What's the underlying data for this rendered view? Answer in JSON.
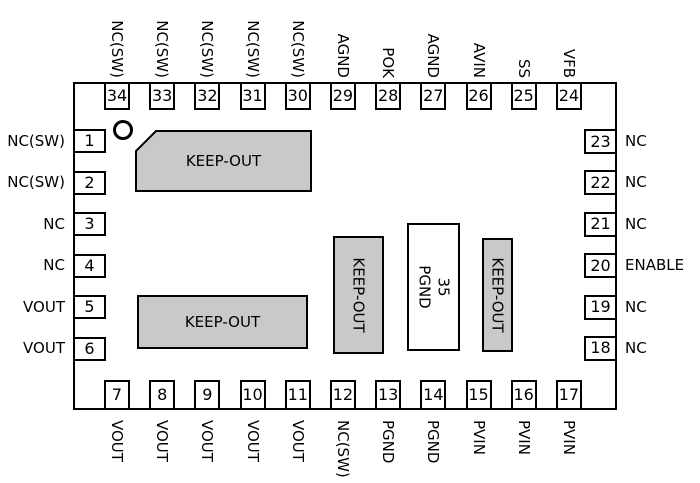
{
  "pins": {
    "top": [
      {
        "number": "34",
        "label": "NC(SW)"
      },
      {
        "number": "33",
        "label": "NC(SW)"
      },
      {
        "number": "32",
        "label": "NC(SW)"
      },
      {
        "number": "31",
        "label": "NC(SW)"
      },
      {
        "number": "30",
        "label": "NC(SW)"
      },
      {
        "number": "29",
        "label": "AGND"
      },
      {
        "number": "28",
        "label": "POK"
      },
      {
        "number": "27",
        "label": "AGND"
      },
      {
        "number": "26",
        "label": "AVIN"
      },
      {
        "number": "25",
        "label": "SS"
      },
      {
        "number": "24",
        "label": "VFB"
      }
    ],
    "left": [
      {
        "number": "1",
        "label": "NC(SW)"
      },
      {
        "number": "2",
        "label": "NC(SW)"
      },
      {
        "number": "3",
        "label": "NC"
      },
      {
        "number": "4",
        "label": "NC"
      },
      {
        "number": "5",
        "label": "VOUT"
      },
      {
        "number": "6",
        "label": "VOUT"
      }
    ],
    "right": [
      {
        "number": "23",
        "label": "NC"
      },
      {
        "number": "22",
        "label": "NC"
      },
      {
        "number": "21",
        "label": "NC"
      },
      {
        "number": "20",
        "label": "ENABLE"
      },
      {
        "number": "19",
        "label": "NC"
      },
      {
        "number": "18",
        "label": "NC"
      }
    ],
    "bottom": [
      {
        "number": "7",
        "label": "VOUT"
      },
      {
        "number": "8",
        "label": "VOUT"
      },
      {
        "number": "9",
        "label": "VOUT"
      },
      {
        "number": "10",
        "label": "VOUT"
      },
      {
        "number": "11",
        "label": "VOUT"
      },
      {
        "number": "12",
        "label": "NC(SW)"
      },
      {
        "number": "13",
        "label": "PGND"
      },
      {
        "number": "14",
        "label": "PGND"
      },
      {
        "number": "15",
        "label": "PVIN"
      },
      {
        "number": "16",
        "label": "PVIN"
      },
      {
        "number": "17",
        "label": "PVIN"
      }
    ]
  },
  "regions": {
    "keepouts": [
      "KEEP-OUT",
      "KEEP-OUT",
      "KEEP-OUT",
      "KEEP-OUT"
    ],
    "thermal_pad": {
      "number": "35",
      "label": "PGND"
    }
  },
  "colors": {
    "keepout_fill": "#c9c9c9",
    "line": "#000000",
    "background": "#ffffff"
  }
}
